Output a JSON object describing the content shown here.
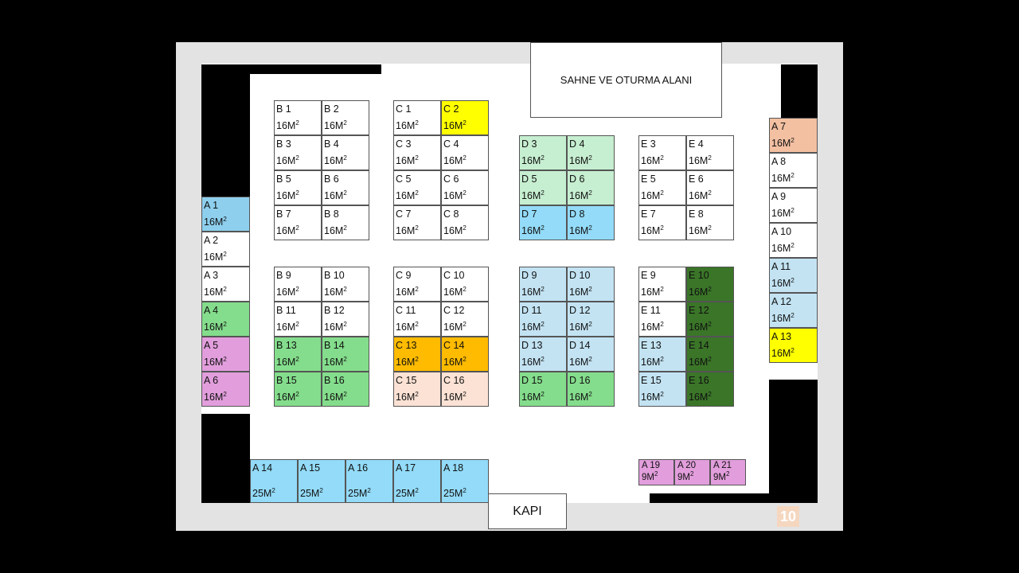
{
  "stage_label": "SAHNE VE OTURMA ALANI",
  "door_label": "KAPI",
  "page_number": "10",
  "colors": {
    "white": "#ffffff",
    "sky": "#8ecfee",
    "light_blue": "#c3e3f3",
    "light_green": "#c6eed0",
    "green": "#84dd8c",
    "dark_green": "#3a7528",
    "pink": "#e29edc",
    "yellow": "#ffff00",
    "orange": "#ffbb00",
    "peach": "#f3c0a2",
    "light_peach": "#fbe2d4",
    "bright_blue": "#93dbf8"
  },
  "booths": [
    {
      "id": "A 1",
      "area": "16M",
      "color": "sky"
    },
    {
      "id": "A 2",
      "area": "16M",
      "color": "white"
    },
    {
      "id": "A 3",
      "area": "16M",
      "color": "white"
    },
    {
      "id": "A 4",
      "area": "16M",
      "color": "green"
    },
    {
      "id": "A 5",
      "area": "16M",
      "color": "pink"
    },
    {
      "id": "A 6",
      "area": "16M",
      "color": "pink"
    },
    {
      "id": "A 7",
      "area": "16M",
      "color": "peach"
    },
    {
      "id": "A 8",
      "area": "16M",
      "color": "white"
    },
    {
      "id": "A 9",
      "area": "16M",
      "color": "white"
    },
    {
      "id": "A 10",
      "area": "16M",
      "color": "white"
    },
    {
      "id": "A 11",
      "area": "16M",
      "color": "light_blue"
    },
    {
      "id": "A 12",
      "area": "16M",
      "color": "light_blue"
    },
    {
      "id": "A 13",
      "area": "16M",
      "color": "yellow"
    },
    {
      "id": "A 14",
      "area": "25M",
      "color": "bright_blue"
    },
    {
      "id": "A 15",
      "area": "25M",
      "color": "bright_blue"
    },
    {
      "id": "A 16",
      "area": "25M",
      "color": "bright_blue"
    },
    {
      "id": "A 17",
      "area": "25M",
      "color": "bright_blue"
    },
    {
      "id": "A 18",
      "area": "25M",
      "color": "bright_blue"
    },
    {
      "id": "A 19",
      "area": "9M",
      "color": "pink"
    },
    {
      "id": "A 20",
      "area": "9M",
      "color": "pink"
    },
    {
      "id": "A 21",
      "area": "9M",
      "color": "pink"
    },
    {
      "id": "B 1",
      "area": "16M",
      "color": "white"
    },
    {
      "id": "B 2",
      "area": "16M",
      "color": "white"
    },
    {
      "id": "B 3",
      "area": "16M",
      "color": "white"
    },
    {
      "id": "B 4",
      "area": "16M",
      "color": "white"
    },
    {
      "id": "B 5",
      "area": "16M",
      "color": "white"
    },
    {
      "id": "B 6",
      "area": "16M",
      "color": "white"
    },
    {
      "id": "B 7",
      "area": "16M",
      "color": "white"
    },
    {
      "id": "B 8",
      "area": "16M",
      "color": "white"
    },
    {
      "id": "B 9",
      "area": "16M",
      "color": "white"
    },
    {
      "id": "B 10",
      "area": "16M",
      "color": "white"
    },
    {
      "id": "B 11",
      "area": "16M",
      "color": "white"
    },
    {
      "id": "B 12",
      "area": "16M",
      "color": "white"
    },
    {
      "id": "B 13",
      "area": "16M",
      "color": "green"
    },
    {
      "id": "B 14",
      "area": "16M",
      "color": "green"
    },
    {
      "id": "B 15",
      "area": "16M",
      "color": "green"
    },
    {
      "id": "B 16",
      "area": "16M",
      "color": "green"
    },
    {
      "id": "C 1",
      "area": "16M",
      "color": "white"
    },
    {
      "id": "C 2",
      "area": "16M",
      "color": "yellow"
    },
    {
      "id": "C 3",
      "area": "16M",
      "color": "white"
    },
    {
      "id": "C 4",
      "area": "16M",
      "color": "white"
    },
    {
      "id": "C 5",
      "area": "16M",
      "color": "white"
    },
    {
      "id": "C 6",
      "area": "16M",
      "color": "white"
    },
    {
      "id": "C 7",
      "area": "16M",
      "color": "white"
    },
    {
      "id": "C 8",
      "area": "16M",
      "color": "white"
    },
    {
      "id": "C 9",
      "area": "16M",
      "color": "white"
    },
    {
      "id": "C 10",
      "area": "16M",
      "color": "white"
    },
    {
      "id": "C 11",
      "area": "16M",
      "color": "white"
    },
    {
      "id": "C 12",
      "area": "16M",
      "color": "white"
    },
    {
      "id": "C 13",
      "area": "16M",
      "color": "orange"
    },
    {
      "id": "C 14",
      "area": "16M",
      "color": "orange"
    },
    {
      "id": "C 15",
      "area": "16M",
      "color": "light_peach"
    },
    {
      "id": "C 16",
      "area": "16M",
      "color": "light_peach"
    },
    {
      "id": "D 3",
      "area": "16M",
      "color": "light_green"
    },
    {
      "id": "D 4",
      "area": "16M",
      "color": "light_green"
    },
    {
      "id": "D 5",
      "area": "16M",
      "color": "light_green"
    },
    {
      "id": "D 6",
      "area": "16M",
      "color": "light_green"
    },
    {
      "id": "D 7",
      "area": "16M",
      "color": "bright_blue"
    },
    {
      "id": "D 8",
      "area": "16M",
      "color": "bright_blue"
    },
    {
      "id": "D 9",
      "area": "16M",
      "color": "light_blue"
    },
    {
      "id": "D 10",
      "area": "16M",
      "color": "light_blue"
    },
    {
      "id": "D 11",
      "area": "16M",
      "color": "light_blue"
    },
    {
      "id": "D 12",
      "area": "16M",
      "color": "light_blue"
    },
    {
      "id": "D 13",
      "area": "16M",
      "color": "light_blue"
    },
    {
      "id": "D 14",
      "area": "16M",
      "color": "light_blue"
    },
    {
      "id": "D 15",
      "area": "16M",
      "color": "green"
    },
    {
      "id": "D 16",
      "area": "16M",
      "color": "green"
    },
    {
      "id": "E 3",
      "area": "16M",
      "color": "white"
    },
    {
      "id": "E 4",
      "area": "16M",
      "color": "white"
    },
    {
      "id": "E 5",
      "area": "16M",
      "color": "white"
    },
    {
      "id": "E 6",
      "area": "16M",
      "color": "white"
    },
    {
      "id": "E 7",
      "area": "16M",
      "color": "white"
    },
    {
      "id": "E 8",
      "area": "16M",
      "color": "white"
    },
    {
      "id": "E 9",
      "area": "16M",
      "color": "white"
    },
    {
      "id": "E 10",
      "area": "16M",
      "color": "dark_green"
    },
    {
      "id": "E 11",
      "area": "16M",
      "color": "white"
    },
    {
      "id": "E 12",
      "area": "16M",
      "color": "dark_green"
    },
    {
      "id": "E 13",
      "area": "16M",
      "color": "light_blue"
    },
    {
      "id": "E 14",
      "area": "16M",
      "color": "dark_green"
    },
    {
      "id": "E 15",
      "area": "16M",
      "color": "light_blue"
    },
    {
      "id": "E 16",
      "area": "16M",
      "color": "dark_green"
    }
  ]
}
